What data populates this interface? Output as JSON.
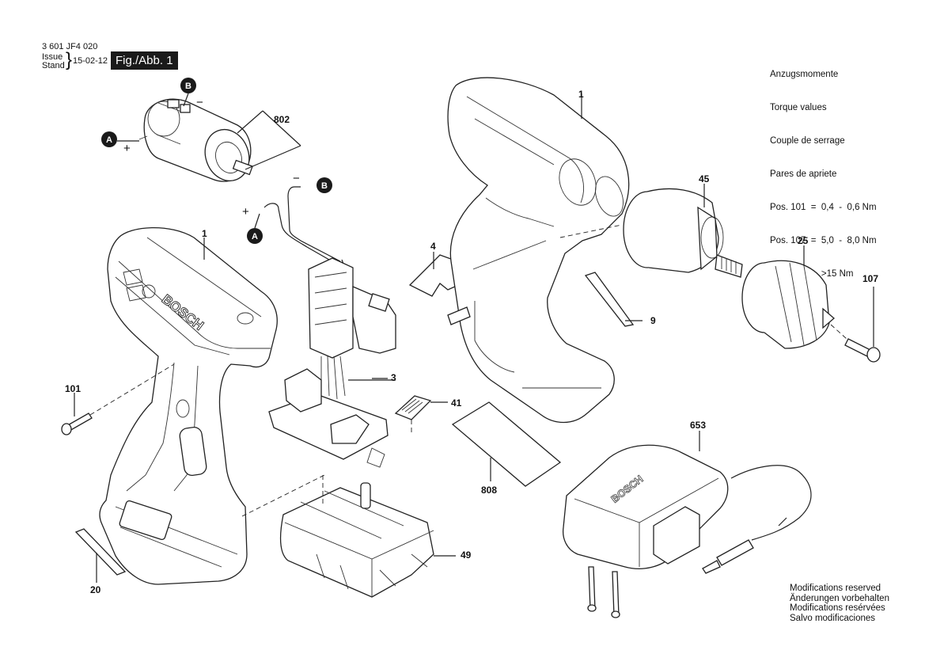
{
  "header": {
    "drawing_number": "3 601 JF4 020",
    "issue_label": "Issue",
    "stand_label": "Stand",
    "date": "15-02-12",
    "figure_label": "Fig./Abb. 1"
  },
  "torque": {
    "lines": [
      "Anzugsmomente",
      "Torque values",
      "Couple de serrage",
      "Pares de apriete",
      "Pos. 101  =  0,4  -  0,6 Nm",
      "Pos. 107  =  5,0  -  8,0 Nm",
      "Pos. 25    =  >15 Nm"
    ]
  },
  "modifications": {
    "lines": [
      "Modifications reserved",
      "Änderungen vorbehalten",
      "Modifications resérvées",
      "Salvo modificaciones"
    ]
  },
  "callouts": {
    "motor": "802",
    "housing_right": "1",
    "housing_left": "1",
    "gearbox": "45",
    "chuck": "25",
    "screw_chuck": "107",
    "switch_plate": "4",
    "switch": "3",
    "label_9": "9",
    "screw_housing": "101",
    "led": "41",
    "nameplate": "808",
    "charger": "653",
    "battery": "49",
    "label_20": "20"
  },
  "wire_markers": {
    "a": "A",
    "b": "B",
    "plus": "+",
    "minus": "−"
  },
  "brand": {
    "logo_text": "BOSCH"
  }
}
